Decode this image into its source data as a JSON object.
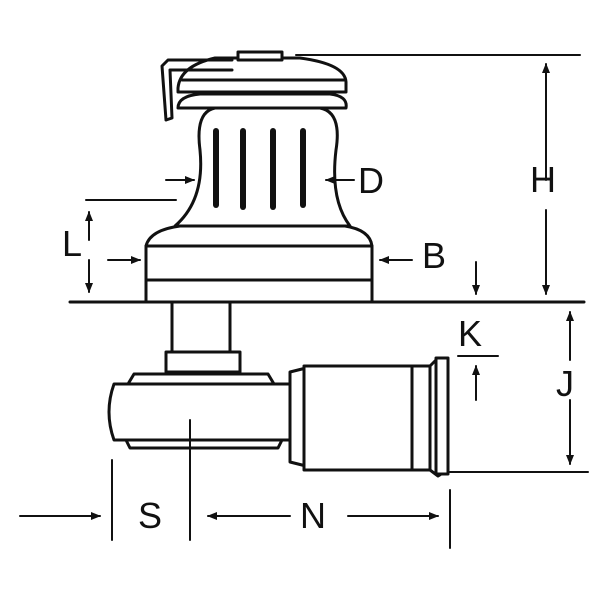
{
  "labels": {
    "D": "D",
    "H": "H",
    "L": "L",
    "B": "B",
    "K": "K",
    "J": "J",
    "S": "S",
    "N": "N"
  },
  "colors": {
    "ink": "#111111",
    "background": "#ffffff"
  }
}
